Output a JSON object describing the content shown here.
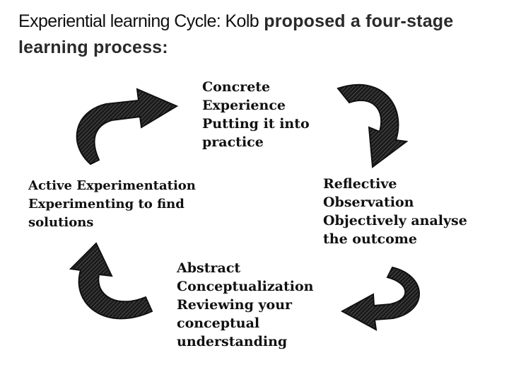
{
  "title": {
    "emphasis": "Experiential learning Cycle: Kolb",
    "rest": " proposed a four-stage learning process:"
  },
  "stages": {
    "concrete": {
      "lines": [
        "Concrete",
        "Experience",
        "Putting it into",
        "practice"
      ]
    },
    "reflective": {
      "lines": [
        "Reflective",
        "Observation",
        "Objectively analyse",
        "the outcome"
      ]
    },
    "abstract": {
      "lines": [
        "Abstract",
        "Conceptualization",
        "Reviewing your",
        "conceptual",
        "understanding"
      ]
    },
    "active": {
      "lines": [
        "Active Experimentation",
        "Experimenting  to find",
        "solutions"
      ]
    }
  },
  "colors": {
    "arrow": "#1b1b1b",
    "text": "#111111",
    "background": "#ffffff"
  }
}
